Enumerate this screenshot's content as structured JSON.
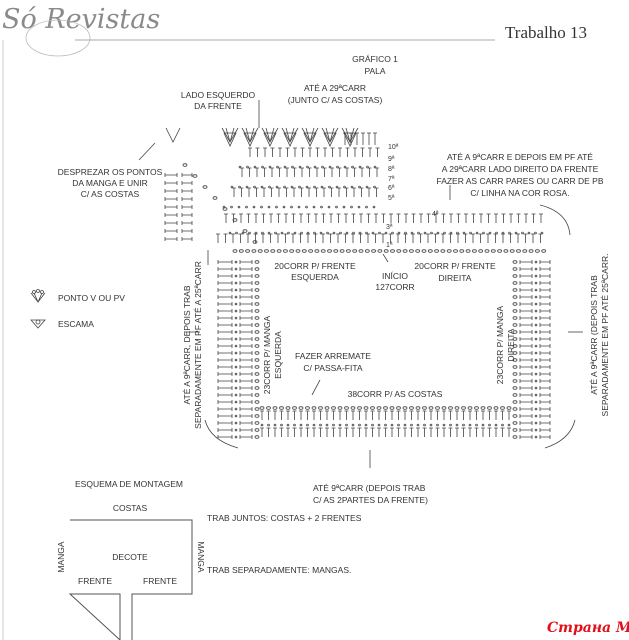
{
  "header": {
    "logo_text": "Só Revistas",
    "title": "Trabalho 13"
  },
  "graphic": {
    "title": "GRÁFICO 1",
    "subtitle": "PALA",
    "left_front_label": [
      "LADO ESQUERDO",
      "DA FRENTE"
    ],
    "top_note": [
      "ATÉ A 29ªCARR",
      "(JUNTO C/ AS COSTAS)"
    ],
    "left_note": [
      "DESPREZAR OS PONTOS",
      "DA MANGA E UNIR",
      "C/ AS COSTAS"
    ],
    "right_note": [
      "ATÉ A 9ªCARR E DEPOIS EM PF ATÉ",
      "A 29ªCARR LADO DIREITO DA FRENTE",
      "FAZER AS CARR PARES OU CARR DE PB",
      "C/ LINHA NA COR ROSA."
    ],
    "row_numbers": [
      "10ª",
      "9ª",
      "8ª",
      "7ª",
      "6ª",
      "5ª",
      "4ª",
      "3ª",
      "1ª"
    ],
    "front_left": [
      "20CORR P/ FRENTE",
      "ESQUERDA"
    ],
    "start": [
      "INÍCIO",
      "127CORR"
    ],
    "front_right": [
      "20CORR P/ FRENTE",
      "DIREITA"
    ],
    "left_side_note": [
      "ATÉ A 9ªCARR, DEPOIS TRAB",
      "SEPARADAMENTE  EM PF  ATÉ A 25ªCARR"
    ],
    "sleeve_left": [
      "23CORR P/ MANGA",
      "ESQUERDA"
    ],
    "sleeve_right": [
      "23CORR P/ MANGA",
      "DIREITA"
    ],
    "right_side_note": [
      "ATÉ A 9ªCARR (DEPOIS TRAB",
      "SEPARADAMENTE  EM PF  ATÉ 25ªCARR."
    ],
    "finish_note": [
      "FAZER ARREMATE",
      "C/ PASSA-FITA"
    ],
    "back": "38CORR P/ AS COSTAS",
    "bottom_note": [
      "ATÉ 9ªCARR (DEPOIS TRAB",
      "C/ AS 2PARTES DA FRENTE)"
    ]
  },
  "legend": [
    {
      "icon": "ponto-v-icon",
      "label": "PONTO V OU PV"
    },
    {
      "icon": "escama-icon",
      "label": "ESCAMA"
    }
  ],
  "assembly": {
    "title": "ESQUEMA DE MONTAGEM",
    "top": "COSTAS",
    "center": "DECOTE",
    "left": "MANGA",
    "right": "MANGA",
    "front_left": "FRENTE",
    "front_right": "FRENTE",
    "note_together": "TRAB JUNTOS: COSTAS + 2 FRENTES",
    "note_separate": "TRAB SEPARADAMENTE: MANGAS."
  },
  "watermark": "Страна Мам",
  "colors": {
    "ink": "#333333",
    "watermark": "#e0101a",
    "logo": "#8a8a8a"
  }
}
